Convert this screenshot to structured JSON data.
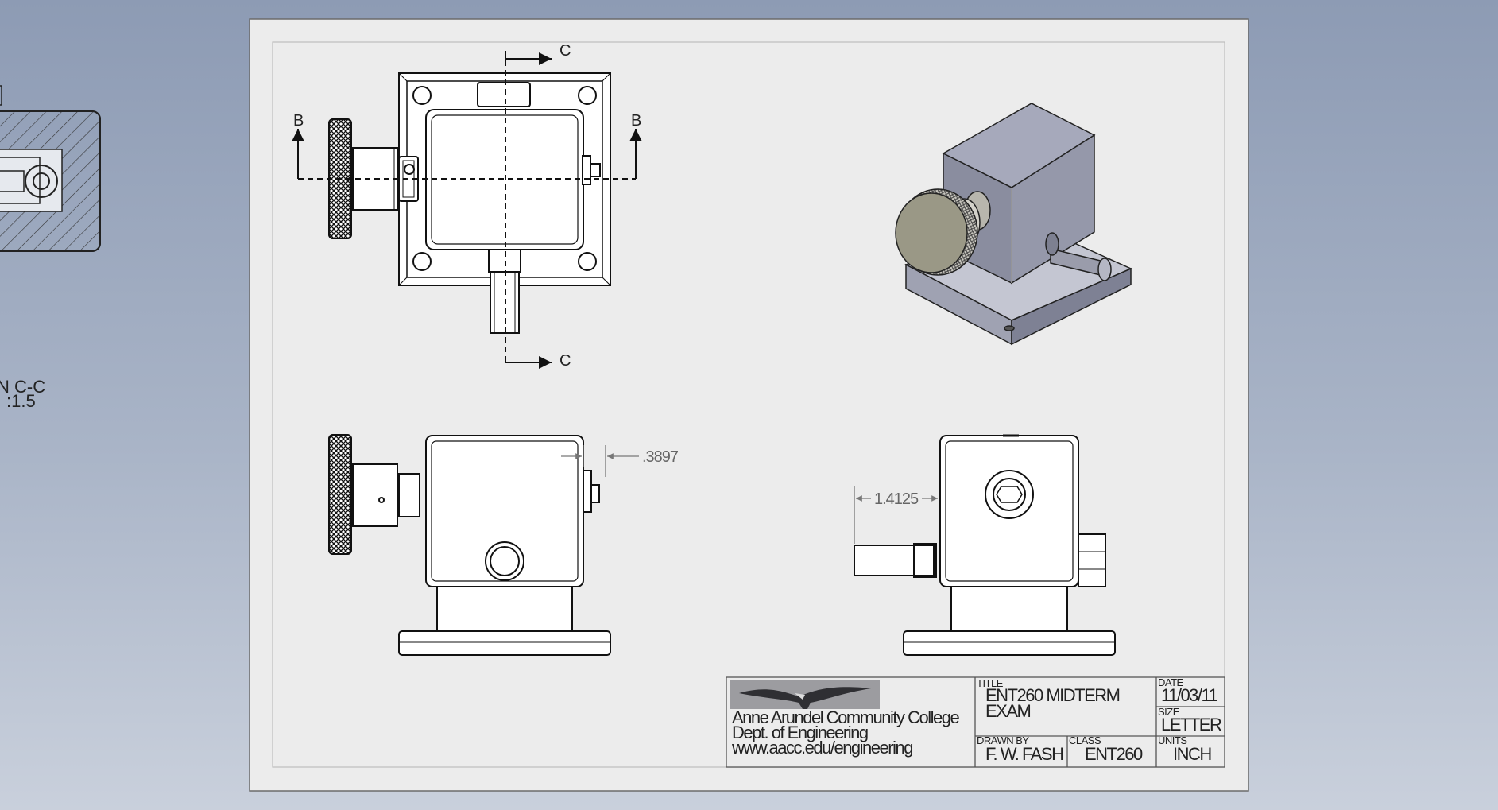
{
  "offsheet": {
    "label1": "N C-C",
    "label2": ":1.5"
  },
  "section_labels": {
    "c_top": "C",
    "c_bottom": "C",
    "b_left": "B",
    "b_right": "B"
  },
  "dimensions": {
    "front_offset": ".3897",
    "side_offset": "1.4125"
  },
  "title_block": {
    "college": "Anne Arundel Community College",
    "dept": "Dept. of Engineering",
    "url": "www.aacc.edu/engineering",
    "title_label": "TITLE",
    "title_line1": "ENT260 MIDTERM",
    "title_line2": "EXAM",
    "date_label": "DATE",
    "date": "11/03/11",
    "size_label": "SIZE",
    "size": "LETTER",
    "drawn_label": "DRAWN BY",
    "drawn_by": "F. W. FASH",
    "class_label": "CLASS",
    "class": "ENT260",
    "units_label": "UNITS",
    "units": "INCH"
  },
  "colors": {
    "sheet": "#ececec",
    "line": "#111111",
    "iso_body": "#8c8fa2",
    "iso_knob": "#9a9886"
  }
}
